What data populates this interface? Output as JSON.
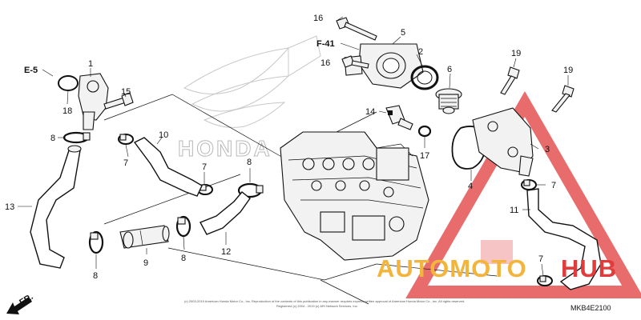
{
  "diagram": {
    "code": "MKB4E2100",
    "refs": {
      "e5": "E-5",
      "f41": "F-41",
      "fr": "FR."
    },
    "watermark": {
      "brand": "HONDA",
      "word_a": "AUTOMOTO",
      "word_b": "HUB",
      "red": "#e23b3b",
      "orange": "#f3b43c"
    },
    "copyright": "(c) 2003-2019 American Honda Motor Co., Inc. Reproduction of the contents of this publication in any manner requires express written approval of American Honda Motor Co., Inc. All rights reserved.",
    "copyright2": "Registered (c) 2004 - 2019 (c) ARI Network Services, Inc.",
    "callouts": {
      "c1": "1",
      "c2": "2",
      "c3": "3",
      "c4": "4",
      "c5": "5",
      "c6": "6",
      "c7a": "7",
      "c7b": "7",
      "c7c": "7",
      "c7d": "7",
      "c8a": "8",
      "c8b": "8",
      "c8c": "8",
      "c8d": "8",
      "c9": "9",
      "c10": "10",
      "c11": "11",
      "c12": "12",
      "c13": "13",
      "c14": "14",
      "c15": "15",
      "c16a": "16",
      "c16b": "16",
      "c17": "17",
      "c18": "18",
      "c19a": "19",
      "c19b": "19"
    }
  }
}
